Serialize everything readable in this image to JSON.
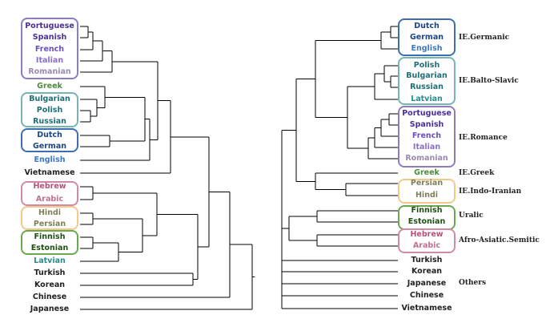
{
  "colors": {
    "romance": "#5b3fa8",
    "romance_light": "#8e7cc3",
    "greek": "#4e8a3e",
    "balto_slavic": "#1f6f78",
    "germanic": "#1c4587",
    "germanic_light": "#3d78c6",
    "semitic": "#b5527a",
    "iranian": "#7f7f4a",
    "uralic": "#2d6b1e",
    "latvian": "#2b8c8c",
    "other": "#222222"
  },
  "left_tree": {
    "leaves": [
      {
        "id": "portuguese",
        "label": "Portuguese",
        "color": "#4a2f9a"
      },
      {
        "id": "spanish",
        "label": "Spanish",
        "color": "#4a2f9a"
      },
      {
        "id": "french",
        "label": "French",
        "color": "#6b4fb8"
      },
      {
        "id": "italian",
        "label": "Italian",
        "color": "#8a6fc8"
      },
      {
        "id": "romanian",
        "label": "Romanian",
        "color": "#9a8ab0"
      },
      {
        "id": "greek",
        "label": "Greek",
        "color": "#4e8a3e"
      },
      {
        "id": "bulgarian",
        "label": "Bulgarian",
        "color": "#1f6f78"
      },
      {
        "id": "polish",
        "label": "Polish",
        "color": "#1f6f78"
      },
      {
        "id": "russian",
        "label": "Russian",
        "color": "#1f6f78"
      },
      {
        "id": "dutch",
        "label": "Dutch",
        "color": "#1c4587"
      },
      {
        "id": "german",
        "label": "German",
        "color": "#1c4587"
      },
      {
        "id": "english",
        "label": "English",
        "color": "#3d78c6"
      },
      {
        "id": "vietnamese",
        "label": "Vietnamese",
        "color": "#222222"
      },
      {
        "id": "hebrew",
        "label": "Hebrew",
        "color": "#b5527a"
      },
      {
        "id": "arabic",
        "label": "Arabic",
        "color": "#c07090"
      },
      {
        "id": "hindi",
        "label": "Hindi",
        "color": "#7f7f5a"
      },
      {
        "id": "persian",
        "label": "Persian",
        "color": "#7f7f5a"
      },
      {
        "id": "finnish",
        "label": "Finnish",
        "color": "#1f4f14"
      },
      {
        "id": "estonian",
        "label": "Estonian",
        "color": "#1f4f14"
      },
      {
        "id": "latvian",
        "label": "Latvian",
        "color": "#2b8c8c"
      },
      {
        "id": "turkish",
        "label": "Turkish",
        "color": "#222222"
      },
      {
        "id": "korean",
        "label": "Korean",
        "color": "#222222"
      },
      {
        "id": "chinese",
        "label": "Chinese",
        "color": "#222222"
      },
      {
        "id": "japanese",
        "label": "Japanese",
        "color": "#222222"
      }
    ]
  },
  "right_tree": {
    "leaves": [
      {
        "id": "dutch",
        "label": "Dutch",
        "color": "#1c4587"
      },
      {
        "id": "german",
        "label": "German",
        "color": "#1c4587"
      },
      {
        "id": "english",
        "label": "English",
        "color": "#3d78c6"
      },
      {
        "id": "polish",
        "label": "Polish",
        "color": "#1f6f78"
      },
      {
        "id": "bulgarian",
        "label": "Bulgarian",
        "color": "#1f6f78"
      },
      {
        "id": "russian",
        "label": "Russian",
        "color": "#1f6f78"
      },
      {
        "id": "latvian",
        "label": "Latvian",
        "color": "#2b8c8c"
      },
      {
        "id": "portuguese",
        "label": "Portuguese",
        "color": "#4a2f9a"
      },
      {
        "id": "spanish",
        "label": "Spanish",
        "color": "#4a2f9a"
      },
      {
        "id": "french",
        "label": "French",
        "color": "#6b4fb8"
      },
      {
        "id": "italian",
        "label": "Italian",
        "color": "#8a6fc8"
      },
      {
        "id": "romanian",
        "label": "Romanian",
        "color": "#9a8ab0"
      },
      {
        "id": "greek",
        "label": "Greek",
        "color": "#4e8a3e"
      },
      {
        "id": "persian",
        "label": "Persian",
        "color": "#7f7f5a"
      },
      {
        "id": "hindi",
        "label": "Hindi",
        "color": "#7f7f5a"
      },
      {
        "id": "finnish",
        "label": "Finnish",
        "color": "#1f4f14"
      },
      {
        "id": "estonian",
        "label": "Estonian",
        "color": "#1f4f14"
      },
      {
        "id": "hebrew",
        "label": "Hebrew",
        "color": "#b5527a"
      },
      {
        "id": "arabic",
        "label": "Arabic",
        "color": "#c07090"
      },
      {
        "id": "turkish",
        "label": "Turkish",
        "color": "#222222"
      },
      {
        "id": "korean",
        "label": "Korean",
        "color": "#222222"
      },
      {
        "id": "japanese",
        "label": "Japanese",
        "color": "#222222"
      },
      {
        "id": "chinese",
        "label": "Chinese",
        "color": "#222222"
      },
      {
        "id": "vietnamese",
        "label": "Vietnamese",
        "color": "#222222"
      }
    ],
    "groups": {
      "germanic": "IE.Germanic",
      "balto_slavic": "IE.Balto-Slavic",
      "romance": "IE.Romance",
      "greek": "IE.Greek",
      "indo_iranian": "IE.Indo-Iranian",
      "uralic": "Uralic",
      "semitic": "Afro-Asiatic.Semitic",
      "others": "Others"
    }
  }
}
